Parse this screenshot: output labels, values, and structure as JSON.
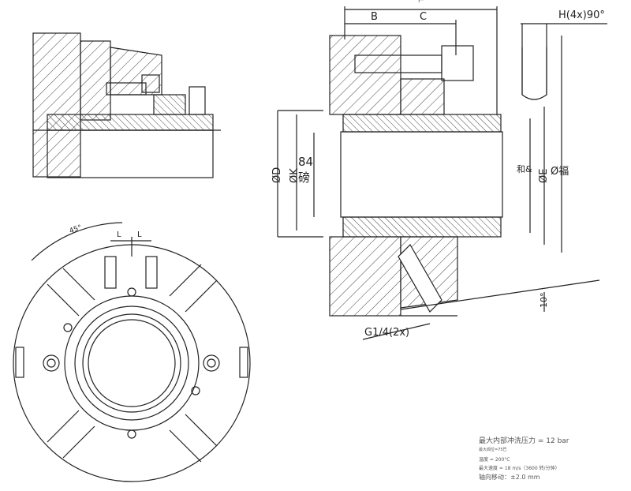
{
  "dimensions": {
    "overall_top": "⊢",
    "b": "B",
    "c": "C",
    "h": "H(4x)90°",
    "d": "ØD",
    "k": "ØK",
    "shaft": "84",
    "shaft_unit": "磅",
    "e": "ØE",
    "e_prefix": "和&",
    "f": "Ø福",
    "port": "G1/4(2x)",
    "angle": "10°",
    "front_angle": "45°",
    "l1": "L",
    "l2": "L"
  },
  "notes": [
    "最大内部冲洗压力 = 12 bar",
    "最大阀位=75巴",
    "温度 = 200°C",
    "最大速度 = 18 m/s（3600 转/分钟）",
    "轴向移动：±2.0 mm"
  ],
  "colors": {
    "line": "#222222",
    "text": "#555555"
  }
}
